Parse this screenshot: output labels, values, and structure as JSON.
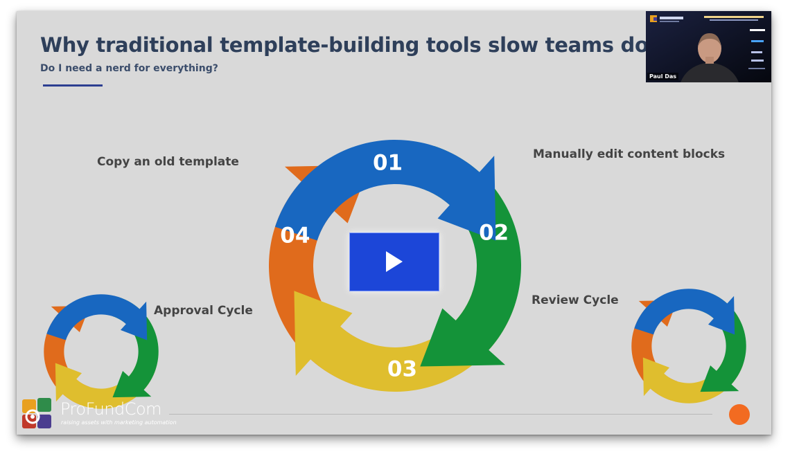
{
  "slide": {
    "title": "Why traditional template-building tools slow teams down",
    "subtitle": "Do I need a nerd for everything?"
  },
  "steps": [
    {
      "number": "01",
      "label": "Copy an old template",
      "color": "#1867c0"
    },
    {
      "number": "02",
      "label": "Manually edit content blocks",
      "color": "#149339"
    },
    {
      "number": "03",
      "label": "Review Cycle",
      "color": "#dfbe2e"
    },
    {
      "number": "04",
      "label": "Approval Cycle",
      "color": "#e06b1c"
    }
  ],
  "video": {
    "play_icon": "play-icon"
  },
  "logo": {
    "name": "ProFundCom",
    "tagline": "raising assets with marketing automation"
  },
  "webcam": {
    "presenter": "Paul Das"
  },
  "colors": {
    "accent_dot": "#f26b21",
    "title": "#2e3f5a",
    "play_bg": "#1c46d8"
  }
}
